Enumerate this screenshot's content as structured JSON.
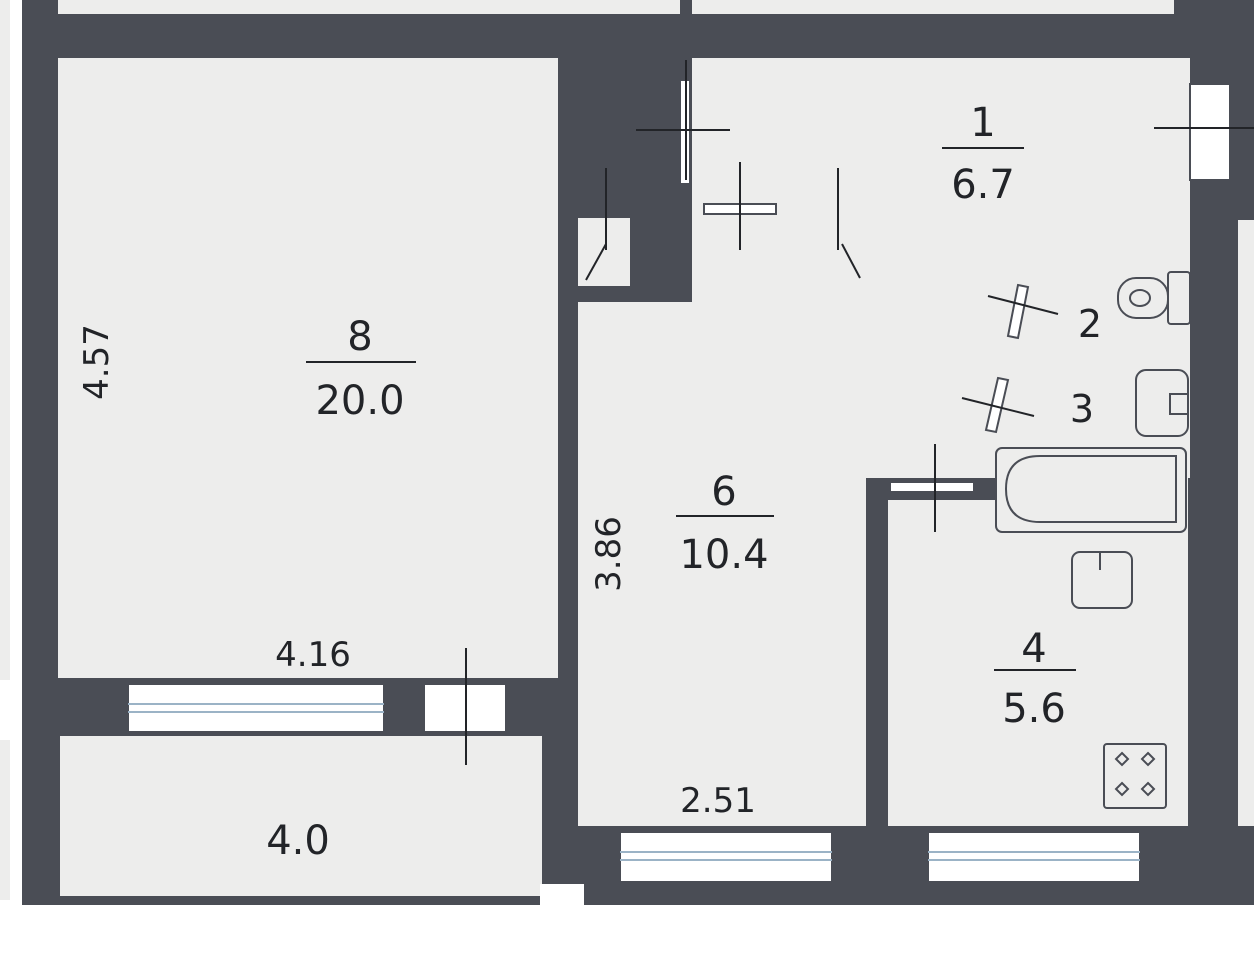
{
  "rooms": [
    {
      "id": "room-8",
      "number": "8",
      "area": "20.0"
    },
    {
      "id": "room-6",
      "number": "6",
      "area": "10.4"
    },
    {
      "id": "room-1",
      "number": "1",
      "area": "6.7"
    },
    {
      "id": "room-4",
      "number": "4",
      "area": "5.6"
    },
    {
      "id": "room-2",
      "number": "2"
    },
    {
      "id": "room-3",
      "number": "3"
    }
  ],
  "balcony": {
    "area": "4.0"
  },
  "dimensions": {
    "room8_height": "4.57",
    "room8_width": "4.16",
    "room6_height": "3.86",
    "room6_width": "2.51"
  }
}
